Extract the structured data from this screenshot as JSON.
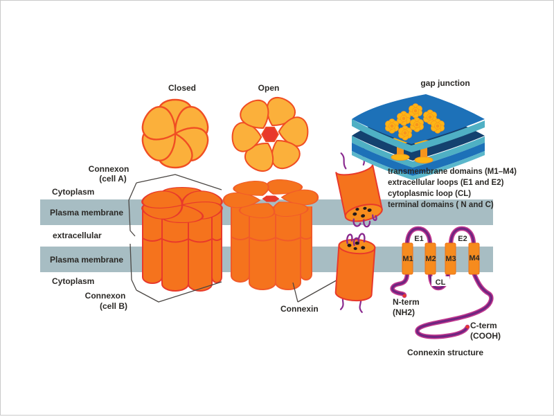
{
  "top": {
    "closed": "Closed",
    "open": "Open",
    "gap_junction": "gap junction"
  },
  "membrane": {
    "cytoplasm_top": "Cytoplasm",
    "plasma_top": "Plasma membrane",
    "extracellular": "extracellular",
    "plasma_bottom": "Plasma membrane",
    "cytoplasm_bottom": "Cytoplasm"
  },
  "connexon": {
    "a_line1": "Connexon",
    "a_line2": "(cell A)",
    "b_line1": "Connexon",
    "b_line2": "(cell B)",
    "connexin": "Connexin"
  },
  "legend": {
    "line1": "transmembrane domains (M1–M4)",
    "line2": "extracellular loops (E1 and E2)",
    "line3": "cytoplasmic loop (CL)",
    "line4": "terminal domains ( N and C)"
  },
  "structure": {
    "e1": "E1",
    "e2": "E2",
    "m1": "M1",
    "m2": "M2",
    "m3": "M3",
    "m4": "M4",
    "cl": "CL",
    "n_term": "N-term",
    "nh2": "(NH2)",
    "c_term": "C-term",
    "cooh": "(COOH)",
    "caption": "Connexin structure"
  },
  "colors": {
    "orange": "#F5731D",
    "orange_face": "#F78D1E",
    "red_outline": "#E8392B",
    "bundle2_outline": "#F15A29",
    "petal_fill": "#FBB03B",
    "petal_stroke": "#F04E23",
    "membrane_band": "#A7BDC3",
    "purple_dark": "#6F2580",
    "purple_light": "#C2388F",
    "plate_blue": "#1D71B8",
    "plate_navy": "#14416F",
    "plate_teal": "#4FB0C4",
    "channel_orange": "#F7941D",
    "channel_yellow": "#FDB515",
    "m_domain_fill": "#F68B1E",
    "text": "#2B2926"
  }
}
